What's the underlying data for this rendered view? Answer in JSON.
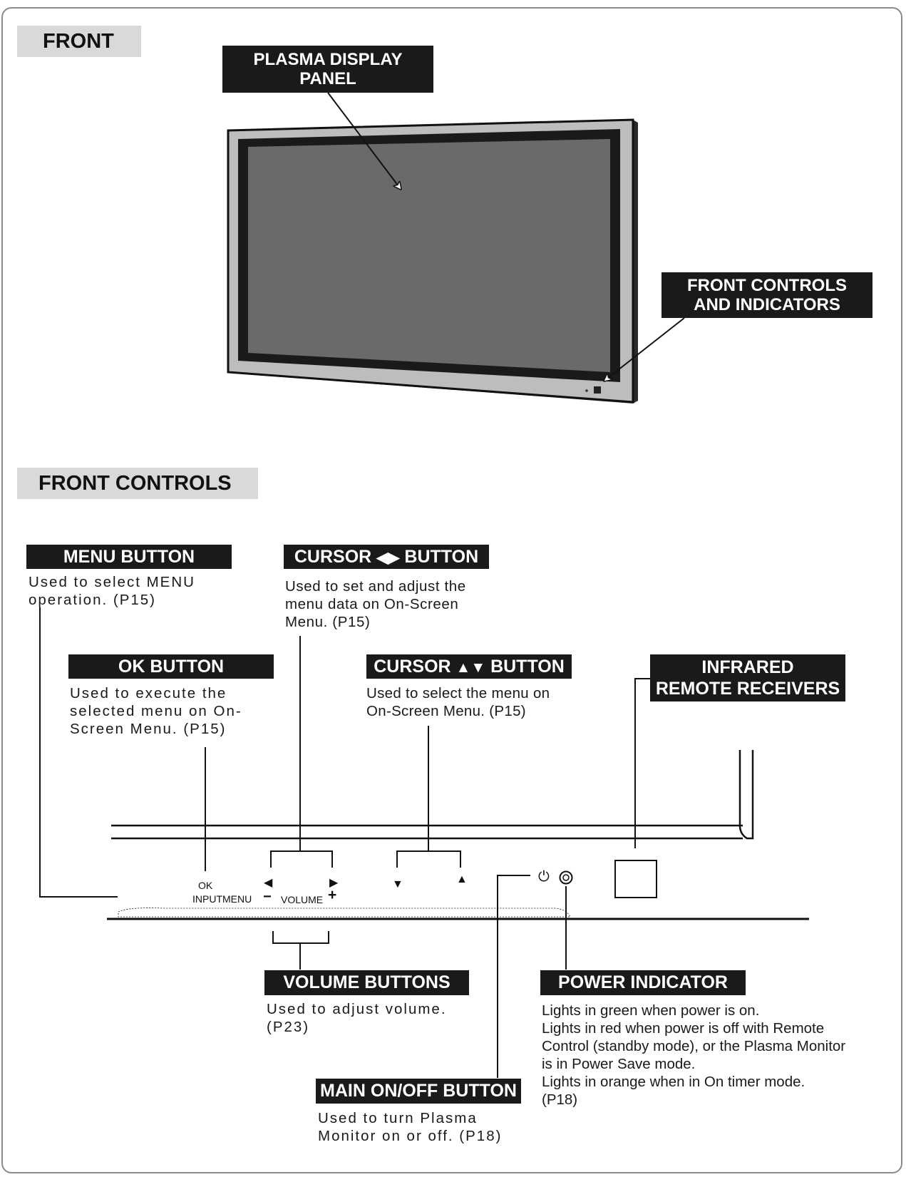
{
  "sections": {
    "front": "FRONT",
    "front_controls": "FRONT CONTROLS"
  },
  "front_view": {
    "plasma_label_line1": "PLASMA DISPLAY",
    "plasma_label_line2": "PANEL",
    "controls_label_line1": "FRONT CONTROLS",
    "controls_label_line2": "AND INDICATORS"
  },
  "callouts": {
    "menu": {
      "title": "MENU BUTTON",
      "desc": "Used to select MENU\noperation. (P15)"
    },
    "cursor_lr": {
      "title_pre": "CURSOR",
      "title_arrows": "◀▶",
      "title_post": "BUTTON",
      "desc": "Used to set and adjust the\nmenu data on On-Screen\nMenu. (P15)"
    },
    "ok": {
      "title": "OK BUTTON",
      "desc": "Used to execute the\nselected menu on On-\nScreen Menu. (P15)"
    },
    "cursor_ud": {
      "title_pre": "CURSOR",
      "title_arrows": "▲▼",
      "title_post": "BUTTON",
      "desc": "Used to select the menu on\nOn-Screen Menu. (P15)"
    },
    "infrared": {
      "title_line1": "INFRARED",
      "title_line2": "REMOTE RECEIVERS"
    },
    "volume": {
      "title": "VOLUME BUTTONS",
      "desc": "Used to adjust volume.\n(P23)"
    },
    "power_indicator": {
      "title": "POWER INDICATOR",
      "desc": "Lights in green when power is on.\nLights in red when power is off with Remote\nControl (standby mode), or the Plasma Monitor\nis in Power Save mode.\nLights in orange when in On timer mode.\n(P18)"
    },
    "main_onoff": {
      "title": "MAIN ON/OFF BUTTON",
      "desc": "Used to turn Plasma\nMonitor on or off. (P18)"
    }
  },
  "panel_markings": {
    "ok": "OK",
    "input_menu": "INPUTMENU",
    "volume": "VOLUME",
    "minus": "−",
    "plus": "+",
    "left": "◀",
    "right": "▶",
    "down": "▼",
    "up": "▲",
    "power_symbol": "⏻"
  }
}
